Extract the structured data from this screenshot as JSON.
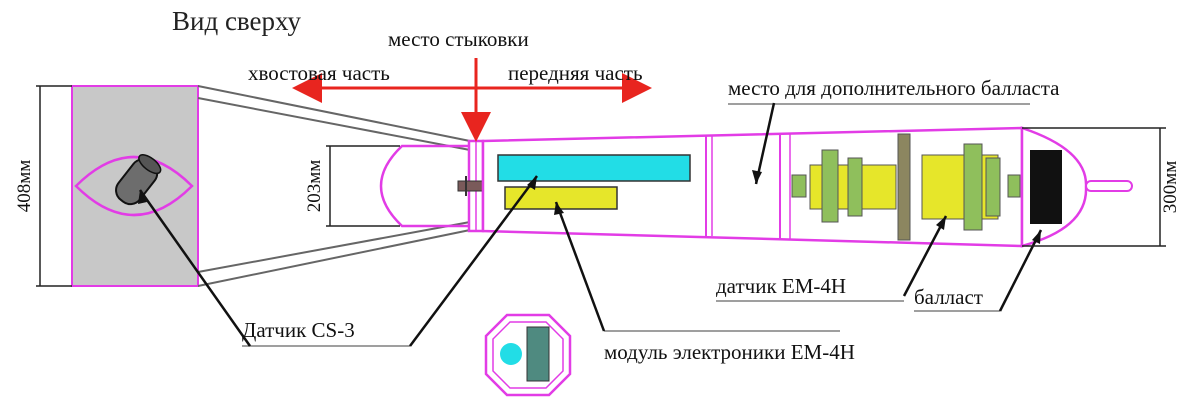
{
  "title": "Вид сверху",
  "labels": {
    "docking": "место стыковки",
    "tail": "хвостовая часть",
    "front": "передняя часть",
    "ballast_extra": "место для дополнительного балласта",
    "sensor_em4h": "датчик ЕМ-4Н",
    "ballast": "балласт",
    "sensor_cs3": "Датчик CS-3",
    "electronics": "модуль электроники ЕМ-4Н"
  },
  "dimensions": {
    "tail_height": "408мм",
    "mid_height": "203мм",
    "nose_height": "300мм"
  },
  "colors": {
    "outline": "#e23ce6",
    "arrow": "#e8251f",
    "tail_fill": "#c8c8c8",
    "electronics_cyan": "#22dde6",
    "module_yellow": "#e6e62a",
    "coil_green": "#8fbf5c",
    "ballast_black": "#111111"
  }
}
